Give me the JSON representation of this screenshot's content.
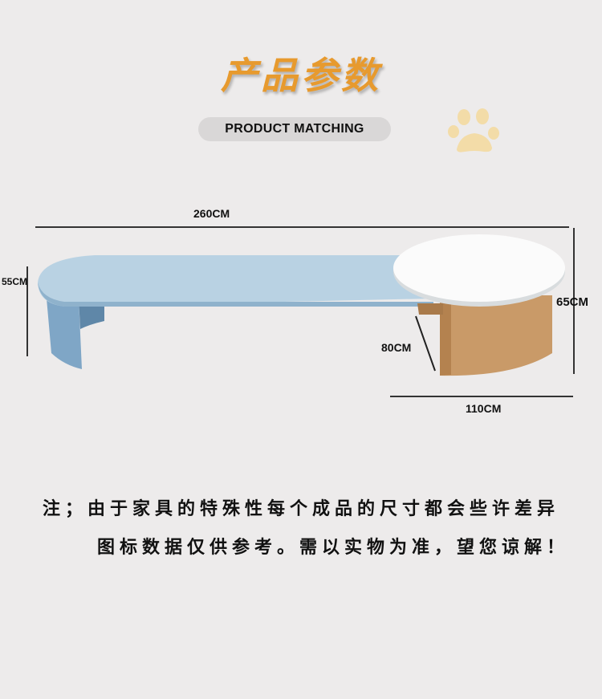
{
  "header": {
    "title": "产品参数",
    "subtitle": "PRODUCT MATCHING"
  },
  "decorations": {
    "paw_icon": "paw-print-icon",
    "paw_color": "#f3dca8"
  },
  "dimensions": {
    "total_length": "260CM",
    "bench_depth": "55CM",
    "table_height": "65CM",
    "table_depth": "80CM",
    "table_width": "110CM"
  },
  "colors": {
    "background": "#edebeb",
    "title": "#e79a2e",
    "bench_blue": "#a9c5d9",
    "bench_blue_dark": "#7fa6c6",
    "table_top": "#fbfbfb",
    "wood": "#c99a68"
  },
  "note": {
    "line1": "注；由于家具的特殊性每个成品的尺寸都会些许差异",
    "line2": "图标数据仅供参考。需以实物为准，望您谅解！"
  }
}
